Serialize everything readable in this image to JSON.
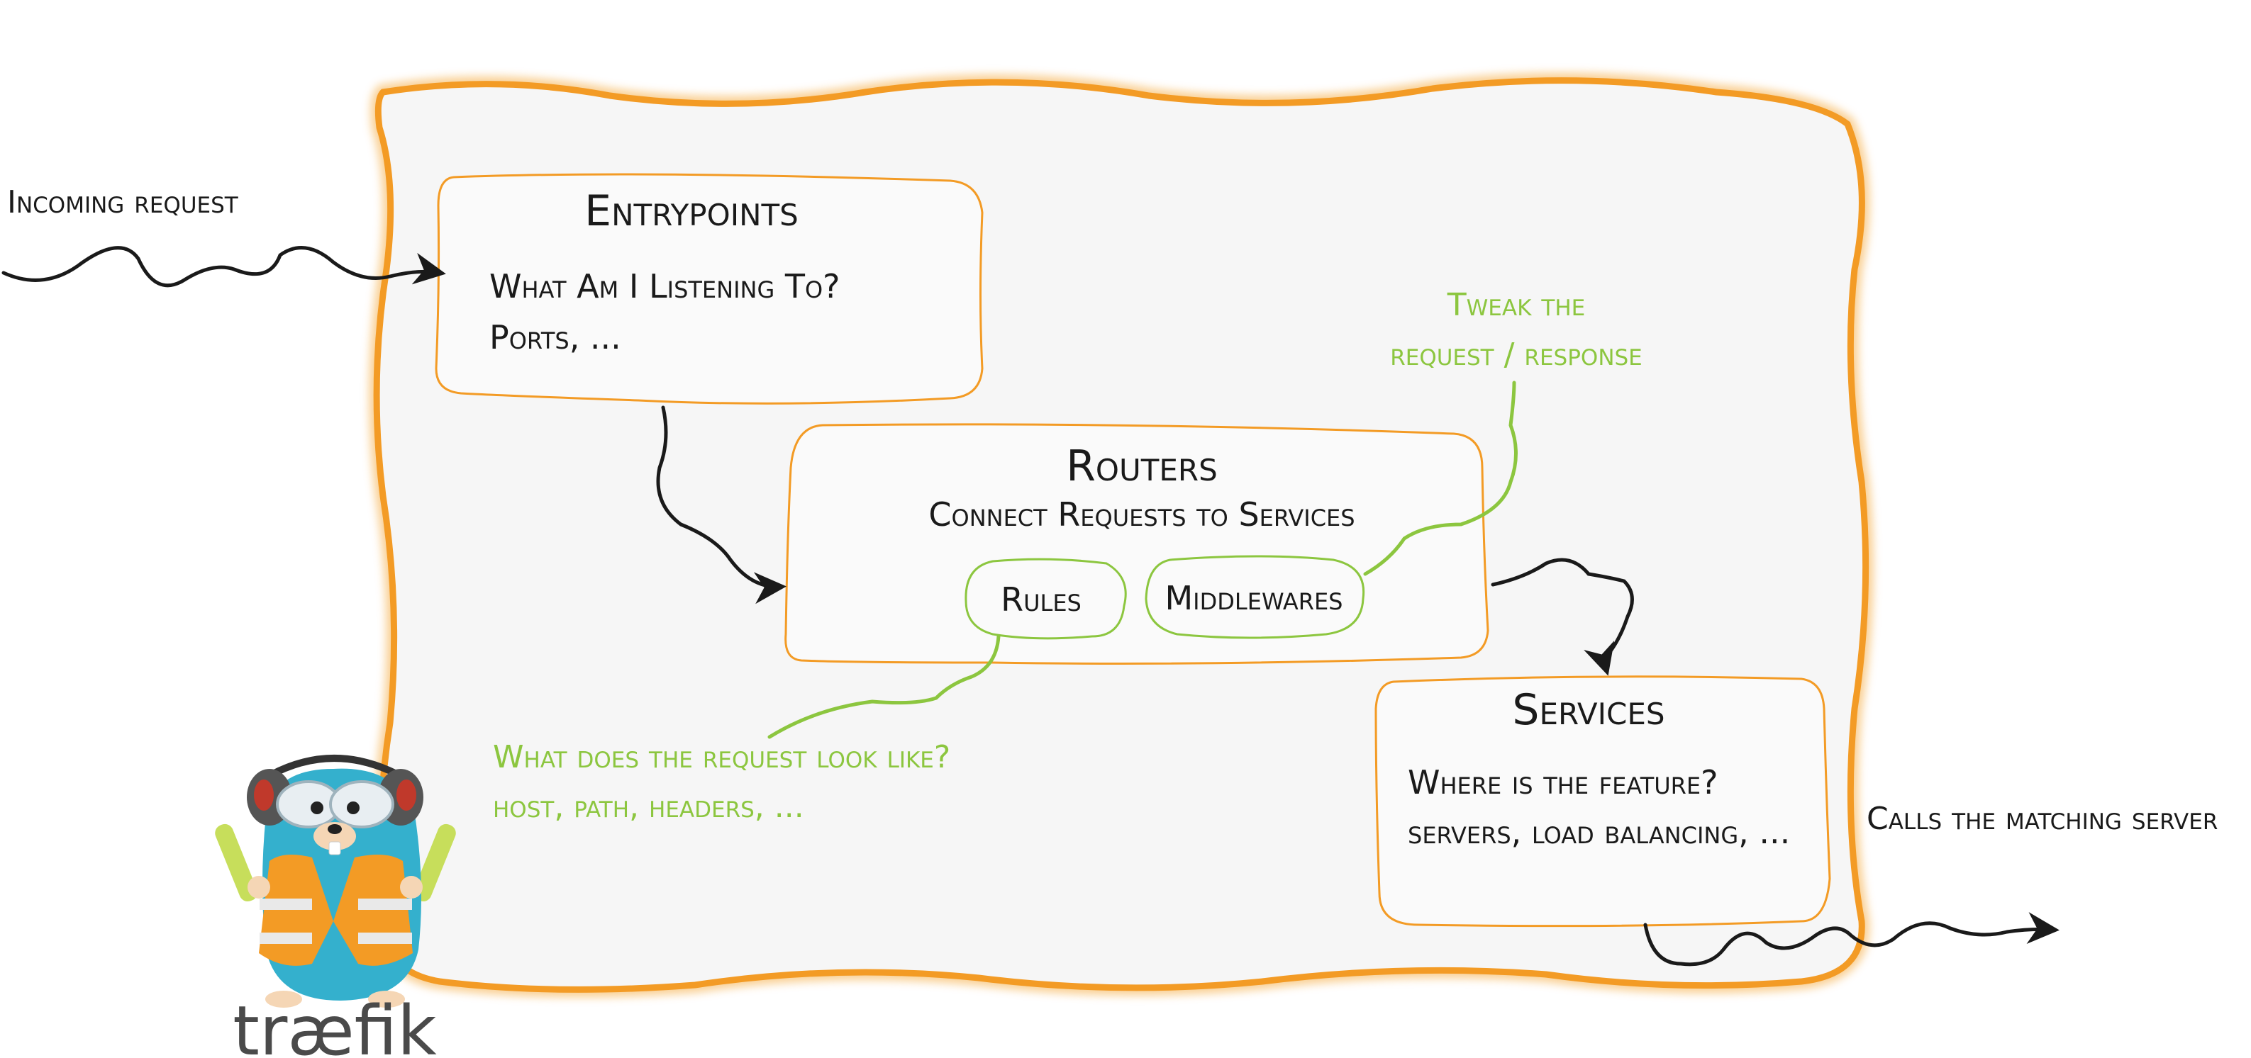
{
  "entrypoints": {
    "title": "Entrypoints",
    "line1": "What Am I Listening To?",
    "line2": "Ports, ..."
  },
  "routers": {
    "title": "Routers",
    "subtitle": "Connect Requests to Services",
    "rules": "Rules",
    "middlewares": "Middlewares"
  },
  "services": {
    "title": "Services",
    "line1": "Where is the feature?",
    "line2": "servers, load balancing, ..."
  },
  "annotations": {
    "incoming": "Incoming request",
    "tweak_line1": "Tweak the",
    "tweak_line2": "request / response",
    "rules_line1": "What does the request look like?",
    "rules_line2": "host, path, headers, ...",
    "calls": "Calls the matching server"
  },
  "logo": {
    "text": "træfik"
  },
  "colors": {
    "frame": "#f39b25",
    "panel": "#f6f6f6",
    "box_fill": "#fafafa",
    "box_stroke": "#f39b25",
    "green": "#8cc63f",
    "ink": "#1a1a1a"
  }
}
